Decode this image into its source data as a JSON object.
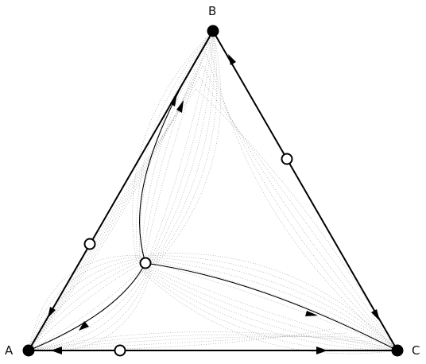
{
  "vertices": {
    "a": "A",
    "b": "B",
    "c": "C"
  },
  "colors": {
    "ink": "#000000",
    "dot": "#000000",
    "hollow_fill": "#ffffff",
    "trajectory": "#9a9a9a"
  }
}
